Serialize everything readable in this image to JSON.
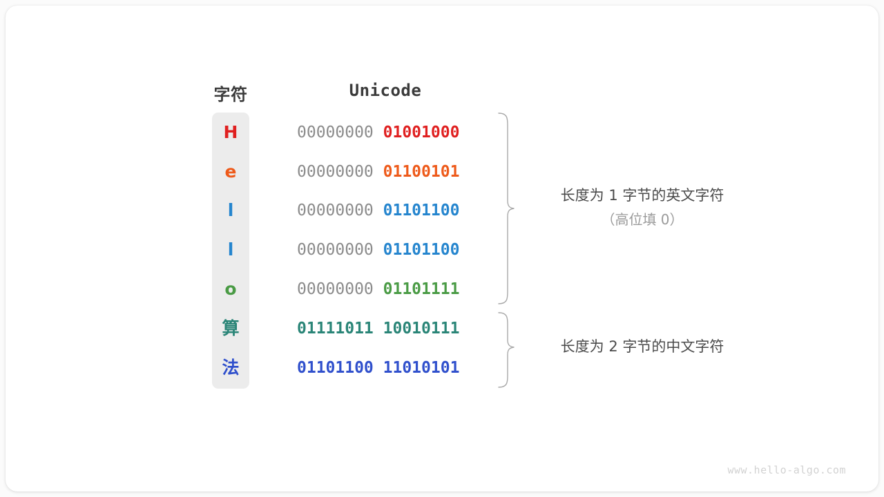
{
  "card": {
    "background": "#ffffff",
    "page_background": "#fbfbfb"
  },
  "headers": {
    "char": "字符",
    "unicode": "Unicode"
  },
  "colors": {
    "high_byte_gray": "#8b8b8b",
    "column_background": "#ececec",
    "brace": "#a8a8a8",
    "annotation_main": "#4a4a4a",
    "annotation_sub": "#9a9a9a",
    "watermark": "#d2d2d2"
  },
  "rows": [
    {
      "char": "H",
      "color": "#e02020",
      "high_byte": "00000000",
      "low_byte": "01001000",
      "high_emphasized": false,
      "group": "ascii"
    },
    {
      "char": "e",
      "color": "#ee5a1a",
      "high_byte": "00000000",
      "low_byte": "01100101",
      "high_emphasized": false,
      "group": "ascii"
    },
    {
      "char": "l",
      "color": "#2585ce",
      "high_byte": "00000000",
      "low_byte": "01101100",
      "high_emphasized": false,
      "group": "ascii"
    },
    {
      "char": "l",
      "color": "#2585ce",
      "high_byte": "00000000",
      "low_byte": "01101100",
      "high_emphasized": false,
      "group": "ascii"
    },
    {
      "char": "o",
      "color": "#4a9b45",
      "high_byte": "00000000",
      "low_byte": "01101111",
      "high_emphasized": false,
      "group": "ascii"
    },
    {
      "char": "算",
      "color": "#2a8577",
      "high_byte": "01111011",
      "low_byte": "10010111",
      "high_emphasized": true,
      "group": "cjk"
    },
    {
      "char": "法",
      "color": "#3050cc",
      "high_byte": "01101100",
      "low_byte": "11010101",
      "high_emphasized": true,
      "group": "cjk"
    }
  ],
  "annotations": [
    {
      "main": "长度为 1 字节的英文字符",
      "sub": "（高位填 0）"
    },
    {
      "main": "长度为 2 字节的中文字符",
      "sub": ""
    }
  ],
  "watermark": "www.hello-algo.com"
}
